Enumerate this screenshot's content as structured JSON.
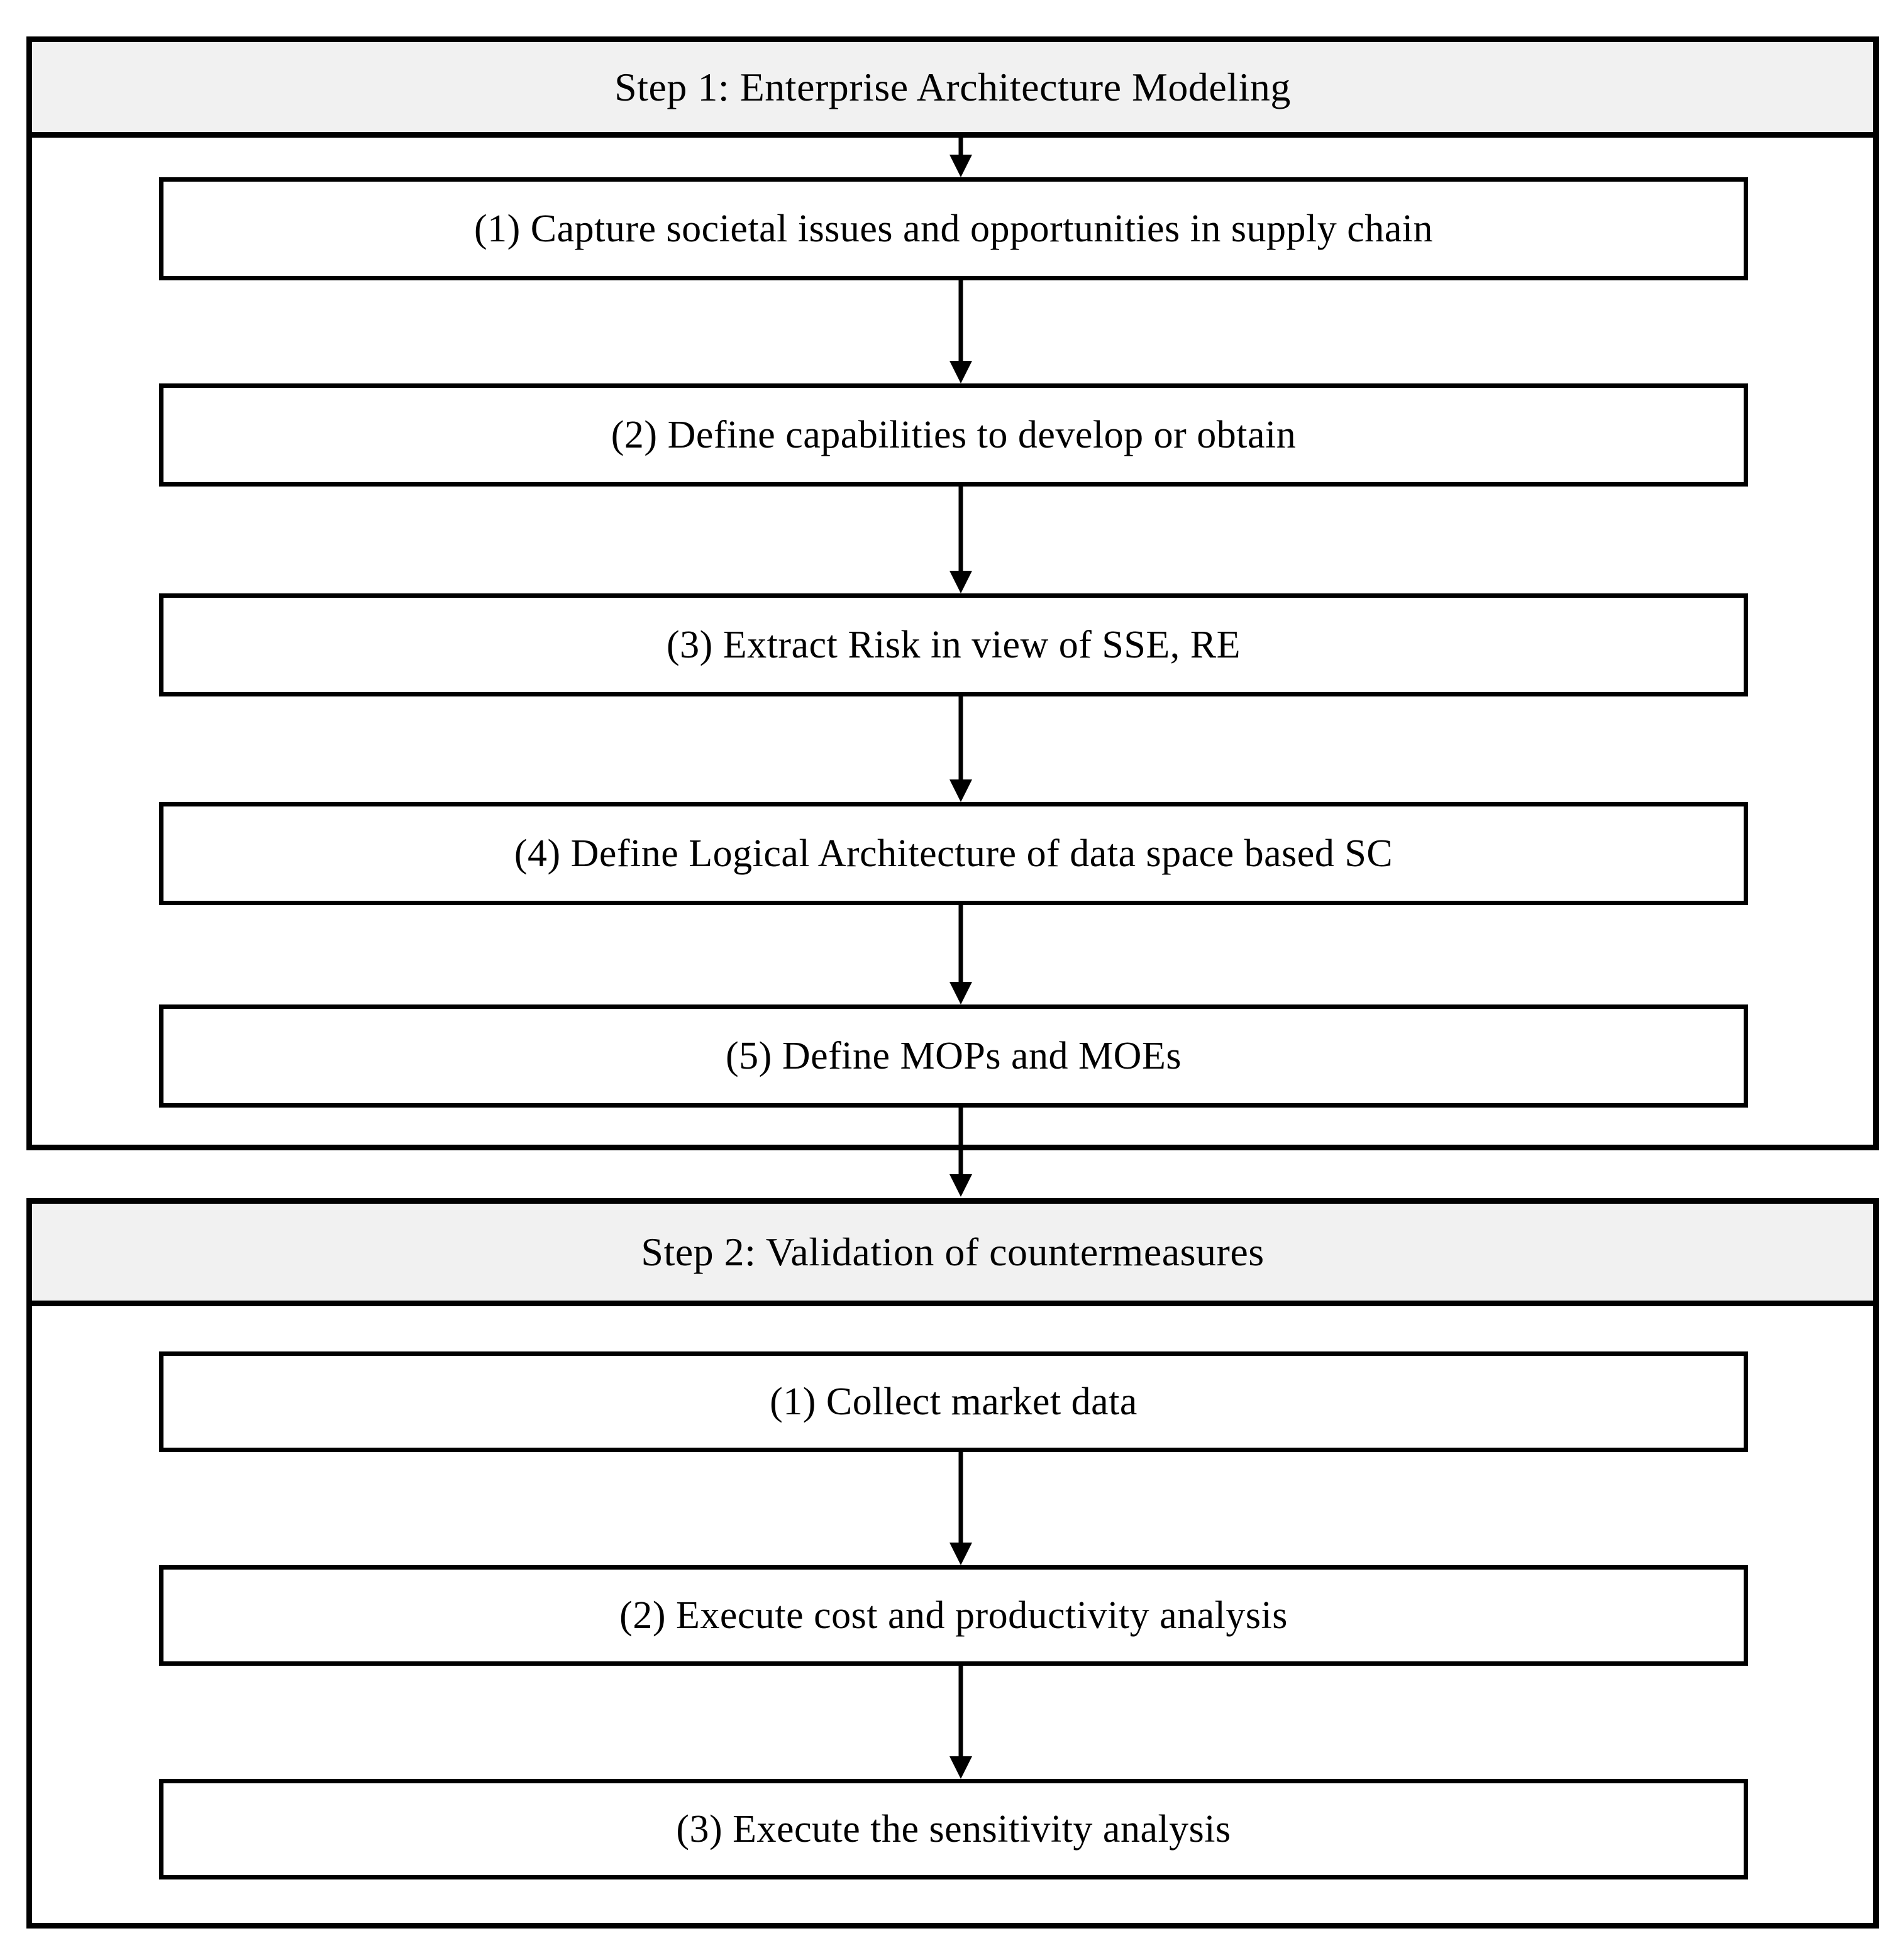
{
  "diagram": {
    "steps": [
      {
        "title": "Step 1: Enterprise Architecture Modeling",
        "boxes": [
          "(1) Capture societal issues and opportunities in supply chain",
          "(2) Define capabilities to develop or obtain",
          "(3) Extract Risk in view of SSE, RE",
          "(4) Define Logical Architecture of data space based SC",
          "(5) Define MOPs and MOEs"
        ]
      },
      {
        "title": "Step 2: Validation of countermeasures",
        "boxes": [
          "(1) Collect market data",
          "(2) Execute cost and productivity analysis",
          "(3) Execute the sensitivity analysis"
        ]
      }
    ],
    "colors": {
      "border": "#000000",
      "header_bg": "#f1f1f1",
      "box_bg": "#ffffff",
      "text": "#000000"
    }
  }
}
